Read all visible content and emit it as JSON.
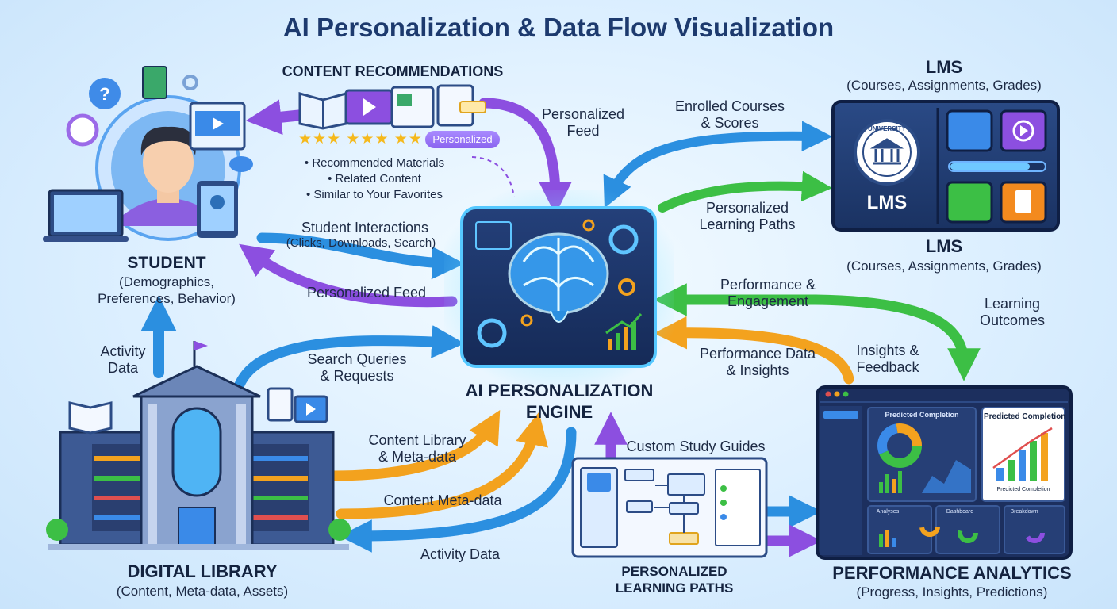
{
  "title": "AI Personalization & Data Flow Visualization",
  "colors": {
    "blue_arrow": "#2b8fe0",
    "purple_arrow": "#8c4fe0",
    "green_arrow": "#3cbf45",
    "orange_arrow": "#f3a21e",
    "engine_glow": "#55c8ff",
    "dark_panel": "#1c2f5e"
  },
  "student": {
    "heading": "STUDENT",
    "detail_1": "(Demographics,",
    "detail_2": "Preferences, Behavior)"
  },
  "content_recs": {
    "heading": "CONTENT RECOMMENDATIONS",
    "badge": "Personalized",
    "stars": "★★★ ★★★ ★★",
    "item_1": "• Recommended Materials",
    "item_2": "• Related Content",
    "item_3": "• Similar to Your Favorites"
  },
  "engine": {
    "heading_1": "AI PERSONALIZATION",
    "heading_2": "ENGINE"
  },
  "lms_top": {
    "heading": "LMS",
    "detail": "(Courses, Assignments, Grades)",
    "logo_text": "LMS",
    "seal_text": "UNIVERSITY"
  },
  "lms_mid": {
    "heading": "LMS",
    "detail": "(Courses, Assignments, Grades)"
  },
  "library": {
    "heading": "DIGITAL LIBRARY",
    "detail": "(Content, Meta-data, Assets)"
  },
  "learning_paths": {
    "heading_1": "PERSONALIZED",
    "heading_2": "LEARNING PATHS"
  },
  "analytics": {
    "heading": "PERFORMANCE ANALYTICS",
    "detail": "(Progress, Insights, Predictions)",
    "card_1": "Predicted Completion",
    "card_2": "Predicted Completion",
    "legend": "Predicted Completion",
    "panel_1": "Analyses",
    "panel_2": "Dashboard",
    "panel_3": "Breakdown"
  },
  "flows": {
    "personalized_feed_top_1": "Personalized",
    "personalized_feed_top_2": "Feed",
    "enrolled_1": "Enrolled Courses",
    "enrolled_2": "& Scores",
    "paths_1": "Personalized",
    "paths_2": "Learning Paths",
    "interactions_1": "Student Interactions",
    "interactions_2": "(Clicks, Downloads, Search)",
    "feed_left": "Personalized Feed",
    "perf_engage_1": "Performance &",
    "perf_engage_2": "Engagement",
    "outcomes_1": "Learning",
    "outcomes_2": "Outcomes",
    "activity_up_1": "Activity",
    "activity_up_2": "Data",
    "search_1": "Search Queries",
    "search_2": "& Requests",
    "perf_data_1": "Performance Data",
    "perf_data_2": "& Insights",
    "insights_1": "Insights &",
    "insights_2": "Feedback",
    "library_meta_1": "Content Library",
    "library_meta_2": "& Meta-data",
    "content_meta": "Content Meta-data",
    "custom_guides": "Custom Study Guides",
    "activity_bottom": "Activity Data"
  }
}
